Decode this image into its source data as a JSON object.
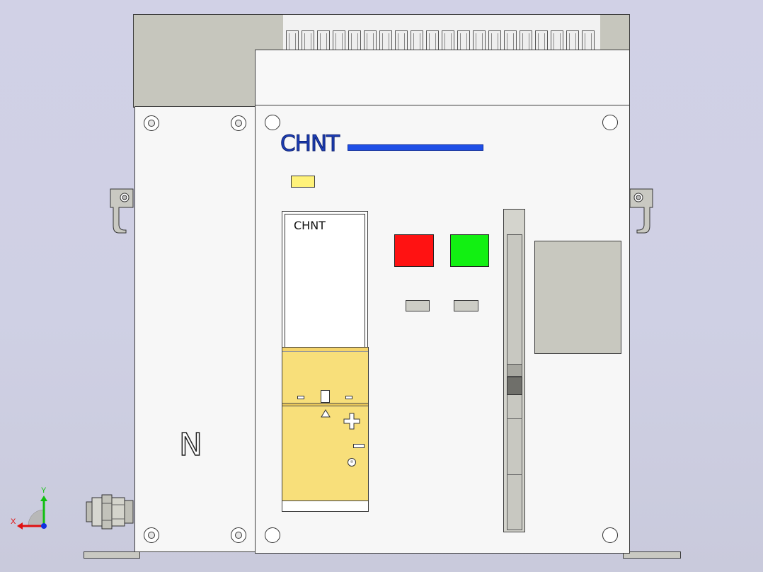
{
  "breaker": {
    "brand_main": "CHNT",
    "brand_module": "CHNT",
    "pole_label": "N"
  },
  "colors": {
    "brand_blue": "#1d3fb8",
    "accent_bar": "#1f4fe6",
    "open_button": "#ff1212",
    "close_button": "#12f012",
    "module_yellow": "#f8df7a",
    "indicator_yellow": "#fff27a",
    "panel_grey": "#c8c8bf",
    "panel_white": "#f7f7f7"
  },
  "triad": {
    "x_label": "X",
    "y_label": "Y"
  }
}
